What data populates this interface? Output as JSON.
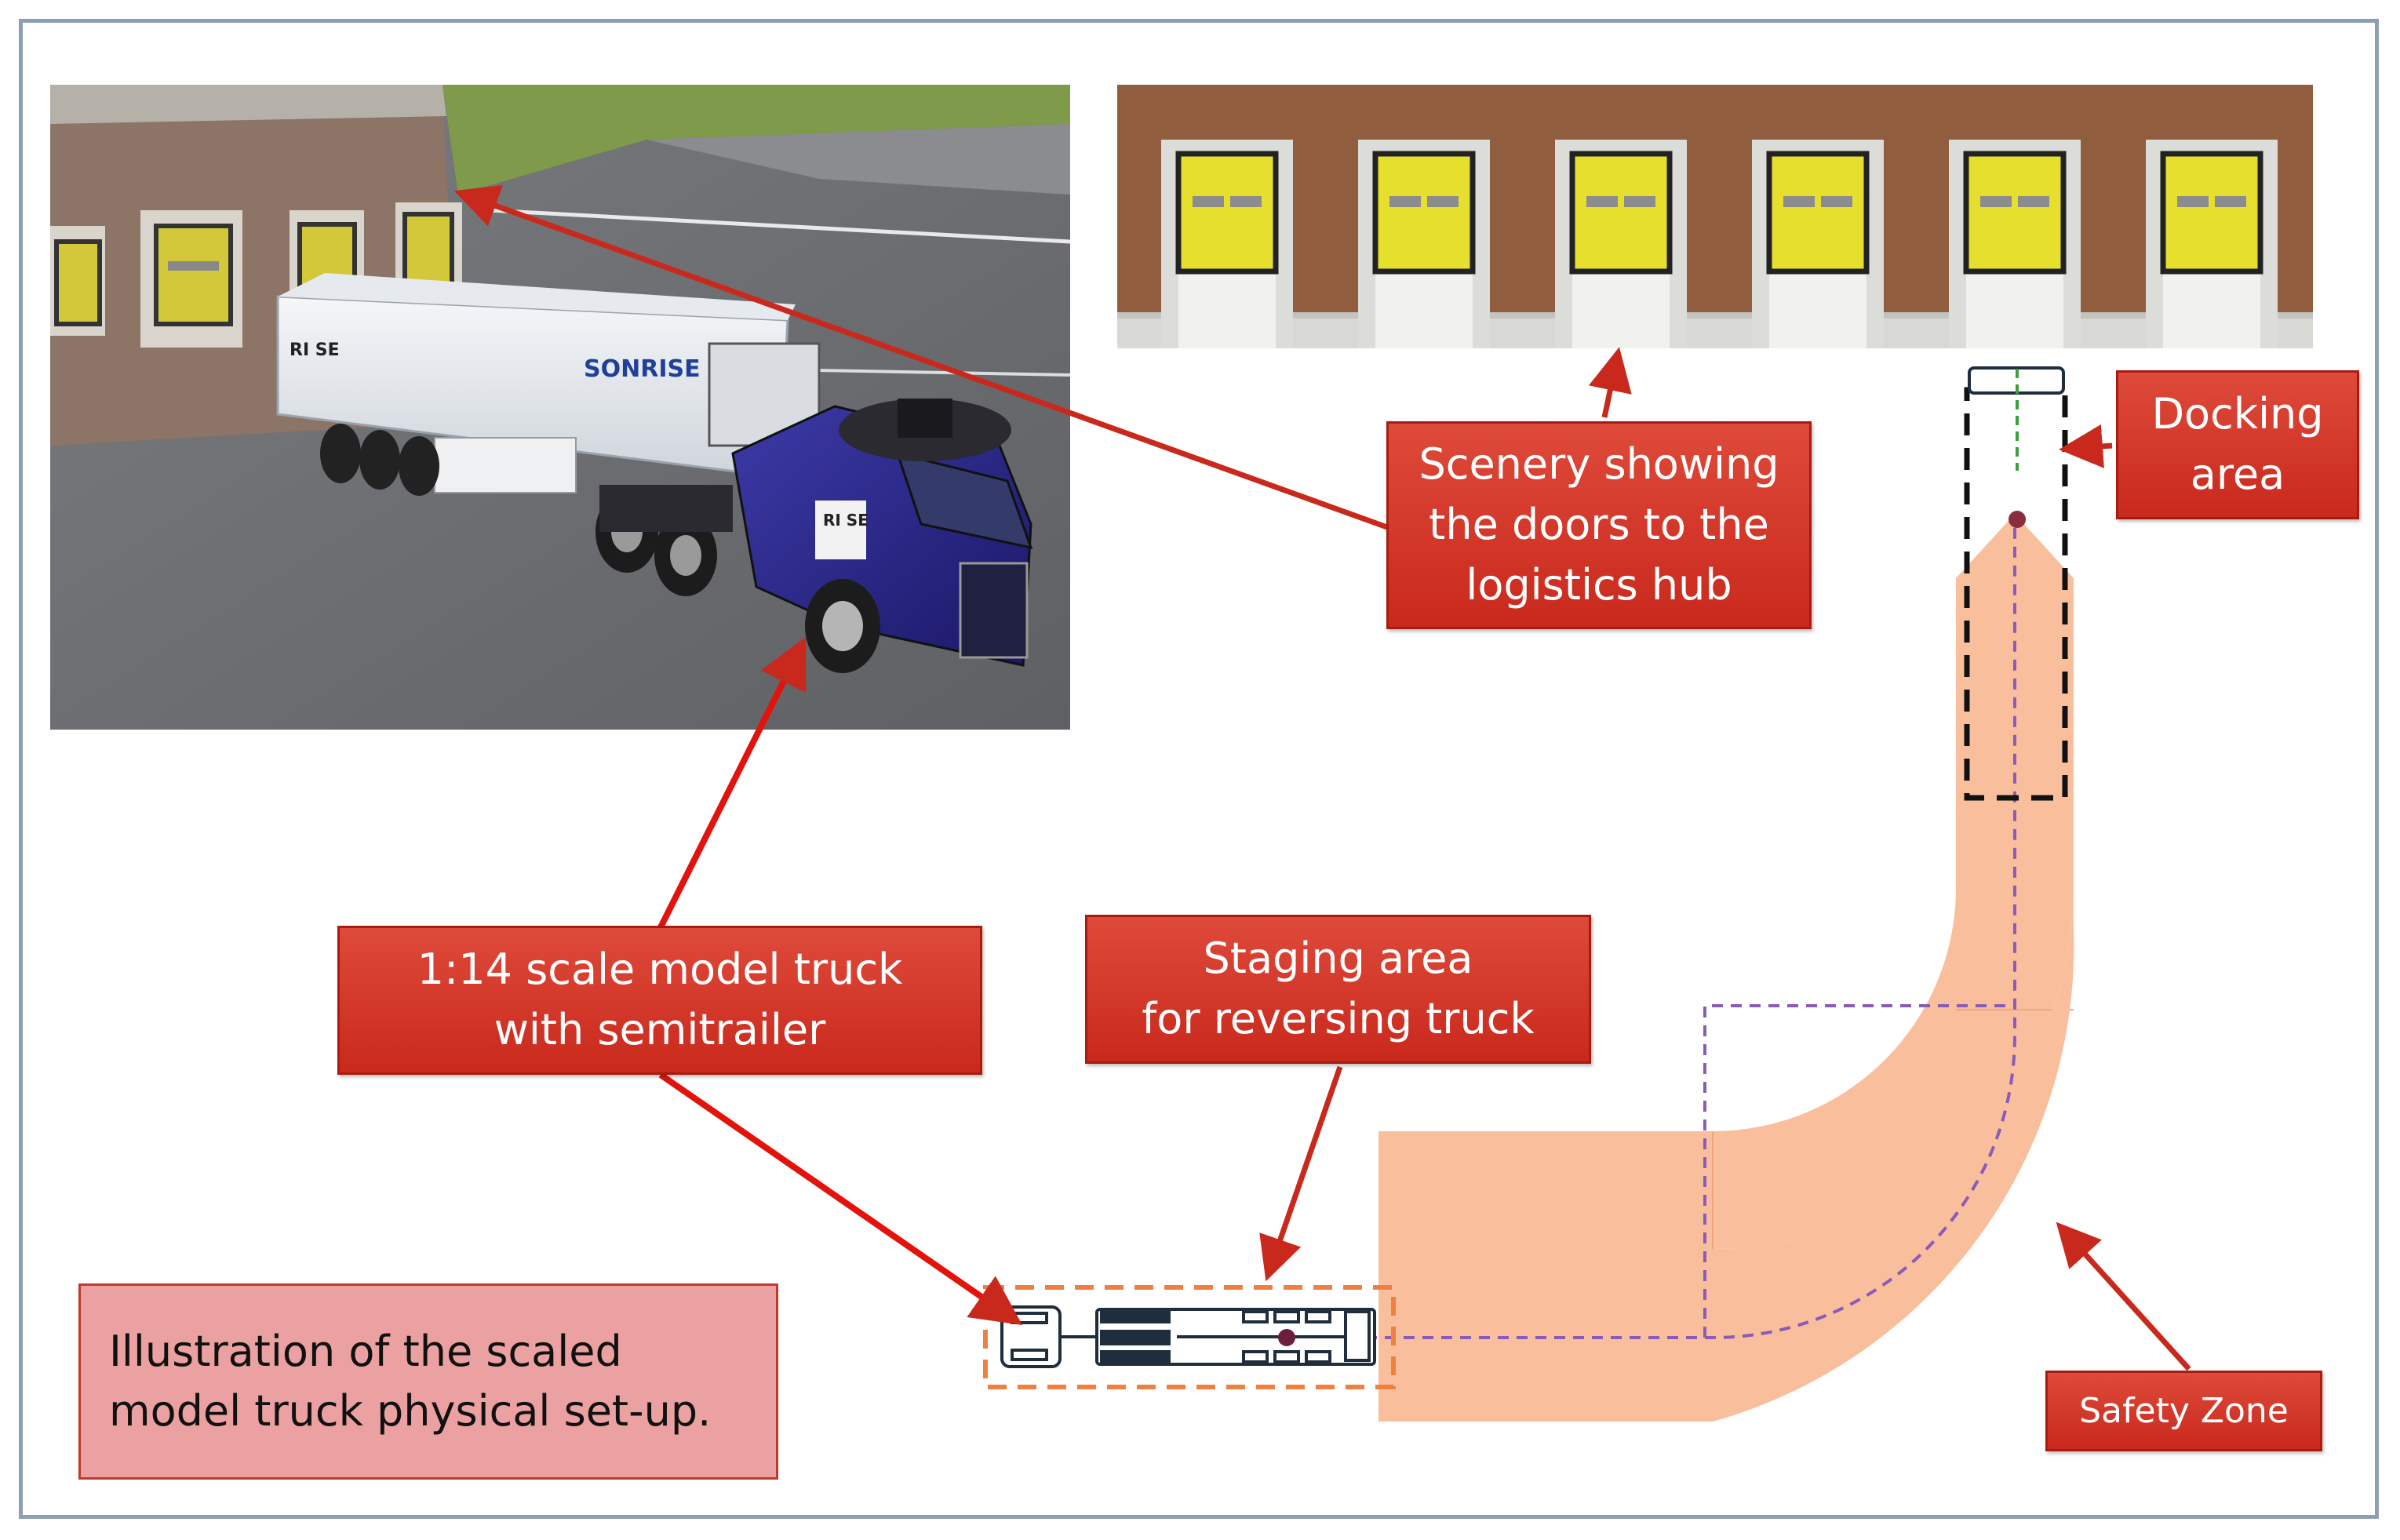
{
  "callouts": {
    "scenery": "Scenery showing\nthe doors to the\nlogistics hub",
    "docking": "Docking\narea",
    "model_truck": "1:14 scale model truck\nwith semitrailer",
    "staging": "Staging area\nfor reversing truck",
    "safety_zone": "Safety Zone"
  },
  "caption": "Illustration of the scaled\nmodel truck physical set-up.",
  "photo": {
    "trailer_brand": "SONRISE",
    "trailer_logo": "RI SE",
    "cab_logo": "RI SE"
  },
  "colors": {
    "callout_red": "#d63b2c",
    "safety_zone": "#f9bf9c",
    "caption_bg": "#eba1a1",
    "frame": "#8e9fb3",
    "dock_door_yellow": "#e6df2e",
    "wall_brown": "#8b5a3c",
    "purple_path": "#8a5bb8",
    "staging_orange": "#f08040"
  }
}
